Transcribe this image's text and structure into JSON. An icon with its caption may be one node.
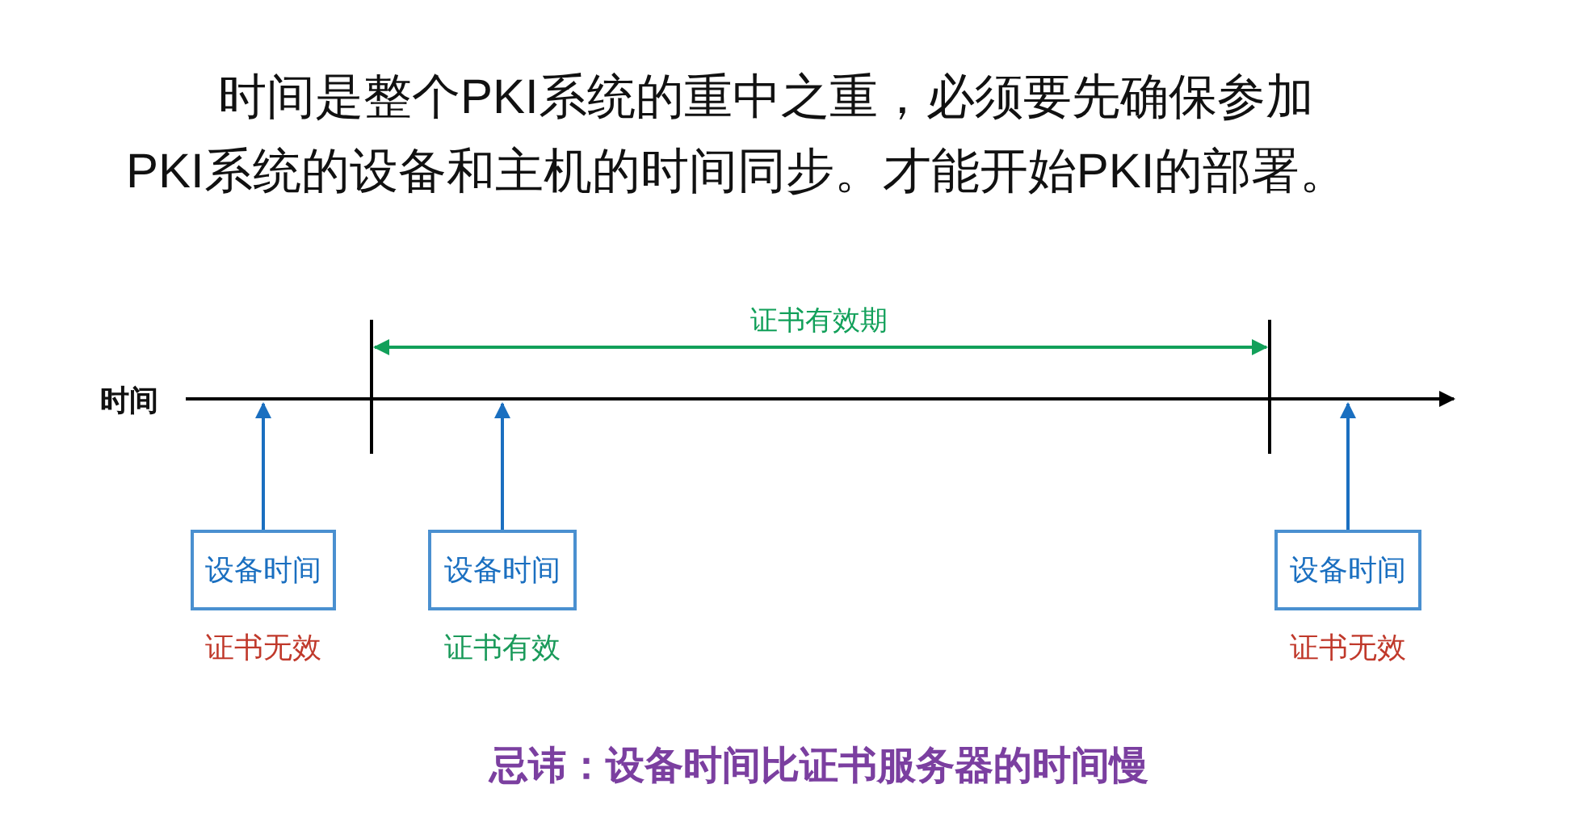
{
  "diagram": {
    "nodes": [
      {
        "text": [
          "设备时间"
        ],
        "beside": [
          "证书无效"
        ]
      },
      {
        "text": [
          "设备时间"
        ],
        "beside": [
          "证书有效"
        ]
      },
      {
        "text": [
          "设备时间"
        ],
        "beside": [
          "证书无效"
        ]
      }
    ],
    "edges": [
      {
        "from": 0,
        "to": null,
        "arrow": "to"
      },
      {
        "from": 1,
        "to": null,
        "arrow": "to"
      },
      {
        "from": 2,
        "to": null,
        "arrow": "to"
      }
    ],
    "labels": [
      "时间是整个PKI系统的重中之重，必须要先确保参加PKI系统的设备和主机的时间同步。才能开始PKI的部署。",
      "证书有效期",
      "时间"
    ],
    "caption": "忌讳：设备时间比证书服务器的时间慢"
  }
}
